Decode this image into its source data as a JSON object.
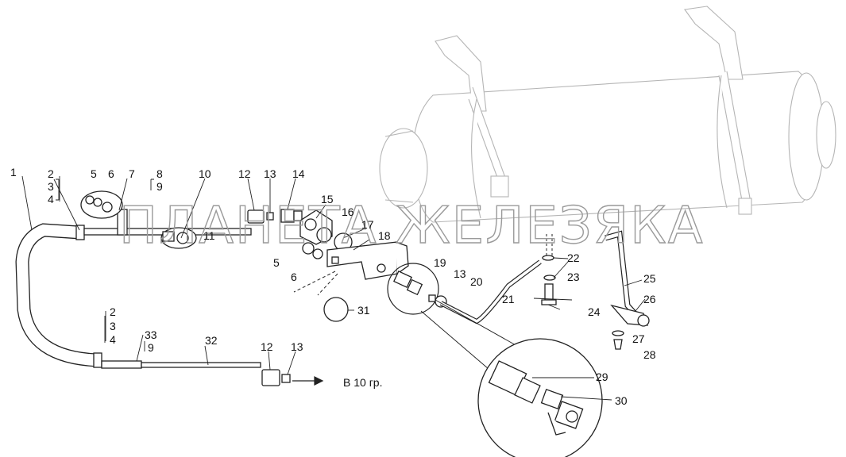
{
  "watermark": "ПЛАНЕТА ЖЕЛЕЗЯКА",
  "direction_note": "В 10 гр.",
  "callouts": [
    "1",
    "2",
    "3",
    "4",
    "5",
    "6",
    "7",
    "8",
    "9",
    "10",
    "11",
    "12",
    "13",
    "14",
    "15",
    "16",
    "17",
    "18",
    "19",
    "13",
    "20",
    "21",
    "22",
    "23",
    "24",
    "25",
    "26",
    "27",
    "28",
    "29",
    "30",
    "31",
    "5",
    "6",
    "2",
    "3",
    "4",
    "33",
    "9",
    "32",
    "12",
    "13"
  ]
}
